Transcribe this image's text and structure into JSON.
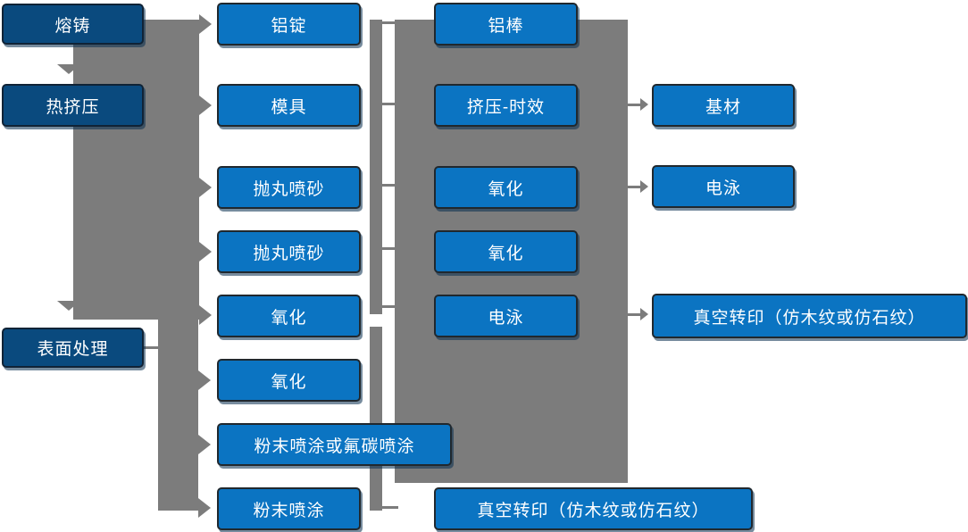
{
  "diagram_title": "aluminum-profile-production-flow",
  "colors": {
    "stage_box_fill": "#0A4A7E",
    "process_box_fill": "#0B74C2",
    "connector_gray": "#7C7C7C",
    "text": "#FFFFFF",
    "background": "#FFFFFF"
  },
  "nodes": {
    "stage": [
      "熔铸",
      "热挤压",
      "表面处理"
    ],
    "process_a": [
      "铝锭",
      "模具",
      "抛丸喷砂",
      "抛丸喷砂",
      "氧化",
      "氧化",
      "粉末喷涂或氟碳喷涂",
      "粉末喷涂"
    ],
    "process_b": [
      "铝棒",
      "挤压-时效",
      "氧化",
      "氧化",
      "电泳",
      "真空转印（仿木纹或仿石纹）"
    ],
    "output": [
      "基材",
      "电泳",
      "真空转印（仿木纹或仿石纹）"
    ]
  }
}
